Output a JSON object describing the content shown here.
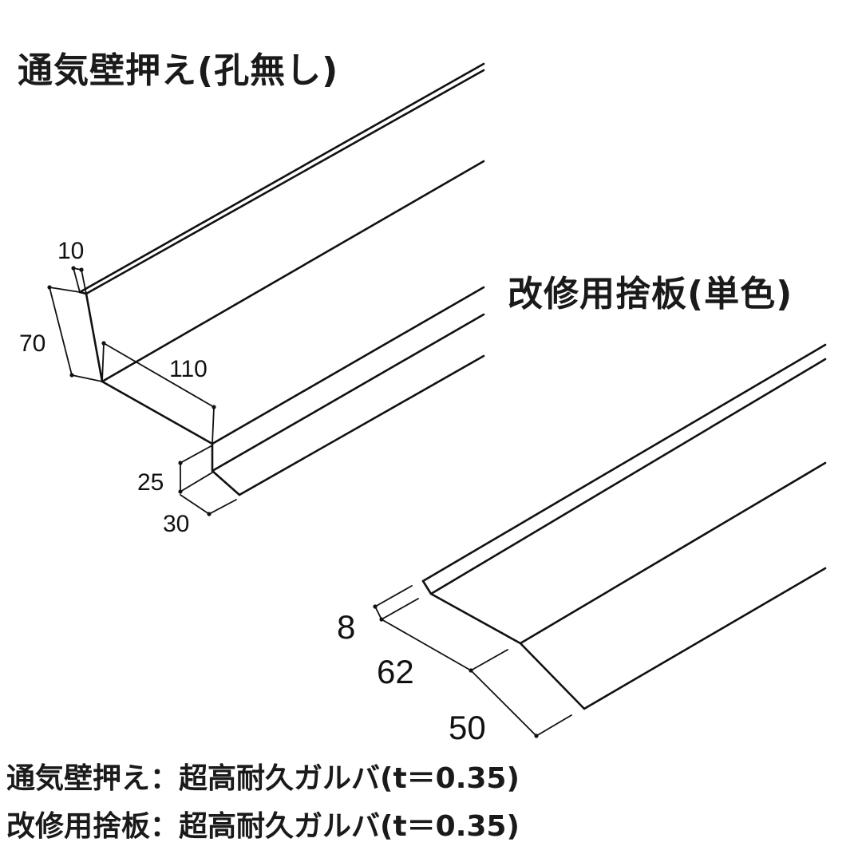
{
  "titles": {
    "part1": "通気壁押え(孔無し)",
    "part2": "改修用捨板(単色)"
  },
  "dimensions": {
    "part1": [
      "10",
      "70",
      "110",
      "25",
      "30"
    ],
    "part2": [
      "8",
      "62",
      "50"
    ]
  },
  "specs": [
    "通気壁押え：超高耐久ガルバ(t＝0.35)",
    "改修用捨板：超高耐久ガルバ(t＝0.35)"
  ]
}
